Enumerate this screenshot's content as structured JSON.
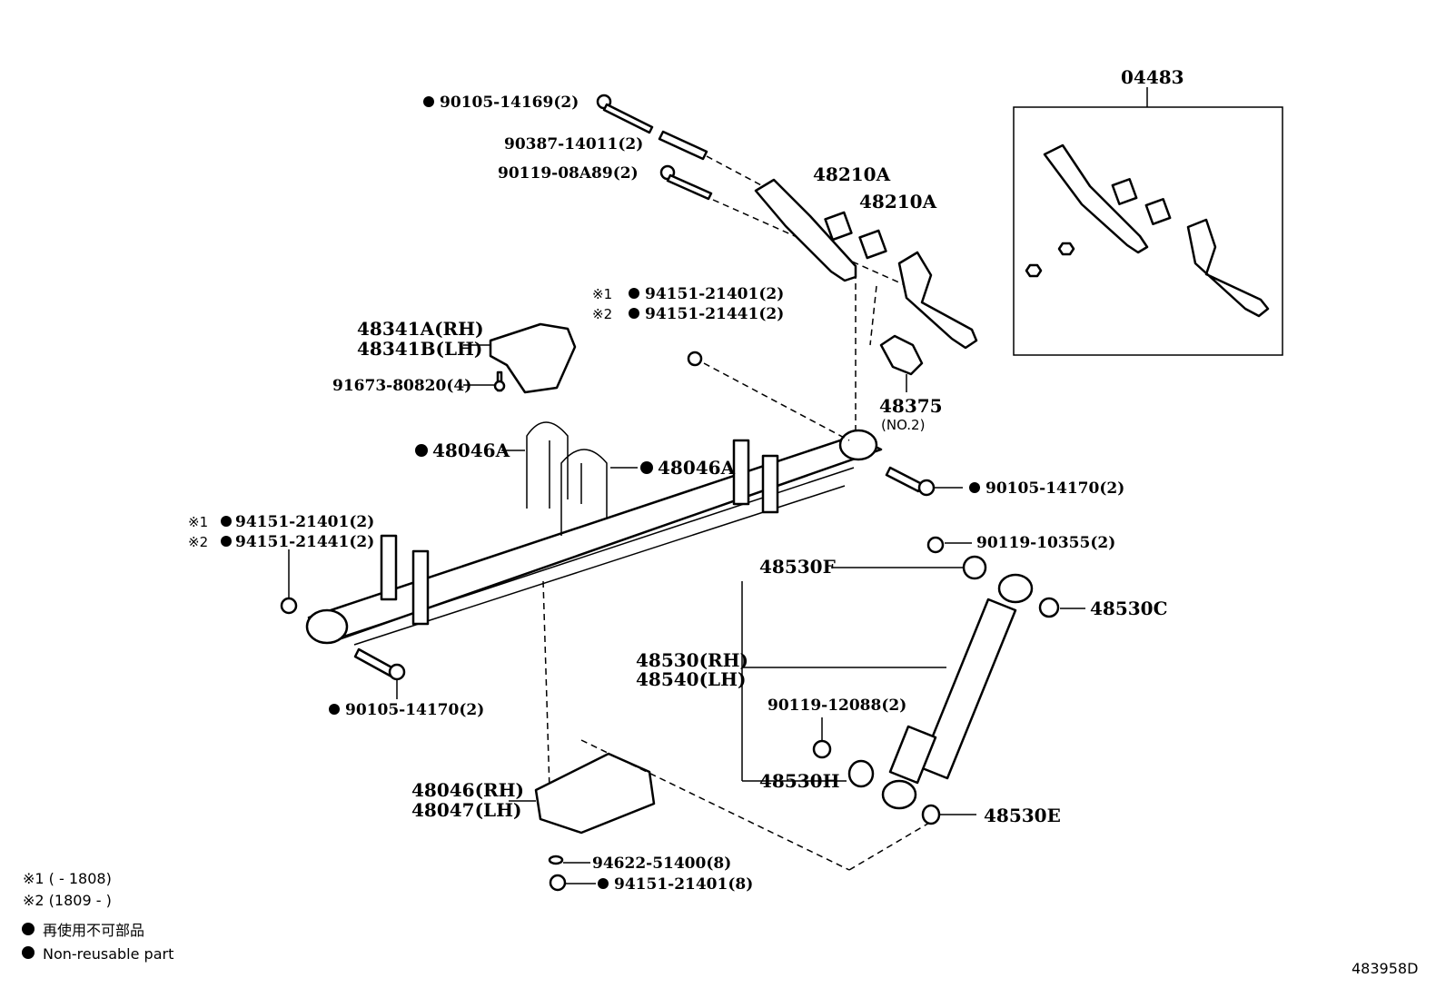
{
  "diagram_id": "483958D",
  "kit": {
    "number": "04483"
  },
  "labels": {
    "bolt_top": "90105-14169(2)",
    "pin": "90387-14011(2)",
    "bolt_shackle": "90119-08A89(2)",
    "shackle_a1": "48210A",
    "shackle_a2": "48210A",
    "nut_top_1_mark": "※1",
    "nut_top_1": "94151-21401(2)",
    "nut_top_2_mark": "※2",
    "nut_top_2": "94151-21441(2)",
    "bracket_rh": "48341A(RH)",
    "bracket_lh": "48341B(LH)",
    "bracket_bolt": "91673-80820(4)",
    "bumper": "48375",
    "bumper_sub": "(NO.2)",
    "ubolt_1": "48046A",
    "ubolt_2": "48046A",
    "bolt_rear": "90105-14170(2)",
    "nut_left_1_mark": "※1",
    "nut_left_1": "94151-21401(2)",
    "nut_left_2_mark": "※2",
    "nut_left_2": "94151-21441(2)",
    "shock_nut_top": "90119-10355(2)",
    "cushion_f": "48530F",
    "retainer_c": "48530C",
    "shock_rh": "48530(RH)",
    "shock_lh": "48540(LH)",
    "shock_bolt_lower": "90119-12088(2)",
    "bolt_front": "90105-14170(2)",
    "cushion_h": "48530H",
    "seat_rh": "48046(RH)",
    "seat_lh": "48047(LH)",
    "retainer_e": "48530E",
    "washer": "94622-51400(8)",
    "nut_seat": "94151-21401(8)"
  },
  "notes": {
    "note1": "※1 (        - 1808)",
    "note2": "※2 (1809 -         )",
    "legend_jp": "再使用不可部品",
    "legend_en": "Non-reusable part"
  },
  "non_reusable_marker": "filled-circle-icon"
}
